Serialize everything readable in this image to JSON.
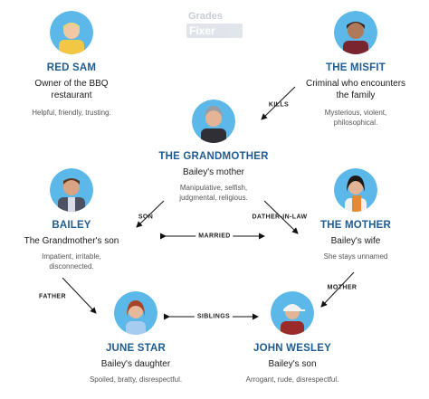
{
  "watermark": {
    "line1": "Grades",
    "line2": "Fixer"
  },
  "characters": {
    "red_sam": {
      "name": "RED SAM",
      "role": "Owner of the BBQ restaurant",
      "traits": "Helpful, friendly, trusting."
    },
    "misfit": {
      "name": "THE MISFIT",
      "role": "Criminal who encounters the family",
      "traits": "Mysterious, violent, philosophical."
    },
    "grandmother": {
      "name": "THE GRANDMOTHER",
      "role": "Bailey's mother",
      "traits": "Manipulative, selfish, judgmental, religious."
    },
    "bailey": {
      "name": "BAILEY",
      "role": "The Grandmother's son",
      "traits": "Impatient, irritable, disconnected."
    },
    "mother": {
      "name": "THE MOTHER",
      "role": "Bailey's wife",
      "traits": "She stays unnamed"
    },
    "june_star": {
      "name": "JUNE STAR",
      "role": "Bailey's daughter",
      "traits": "Spoiled, bratty, disrespectful."
    },
    "john_wesley": {
      "name": "JOHN WESLEY",
      "role": "Bailey's son",
      "traits": "Arrogant, rude, disrespectful."
    }
  },
  "relations": {
    "kills": "KILLS",
    "son": "SON",
    "daughter_in_law": "DATHER-IN-LAW",
    "married": "MARRIED",
    "father": "FATHER",
    "mother": "MOTHER",
    "siblings": "SIBLINGS"
  },
  "colors": {
    "name_blue": "#1f5c92",
    "avatar_bg": "#5bb8e8"
  }
}
